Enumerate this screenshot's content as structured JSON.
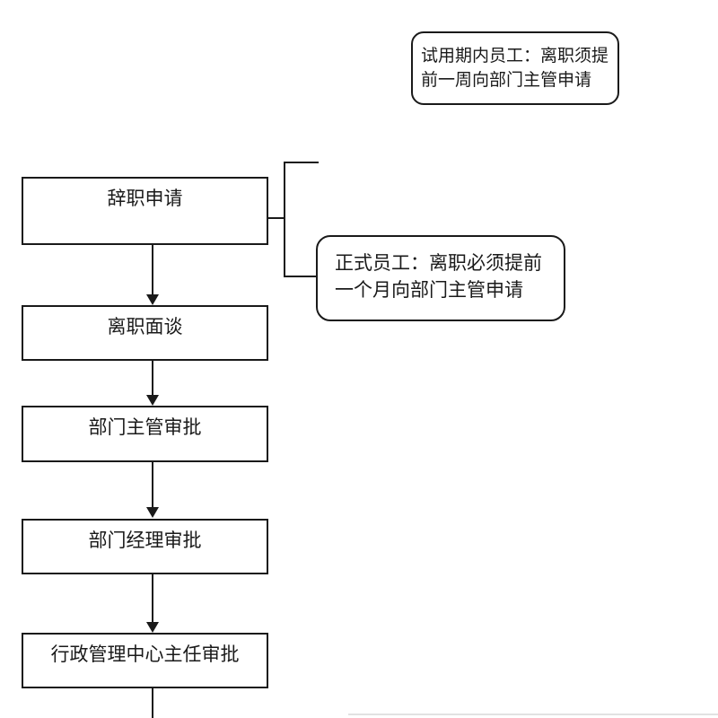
{
  "flowchart": {
    "steps": [
      {
        "label": "辞职申请"
      },
      {
        "label": "离职面谈"
      },
      {
        "label": "部门主管审批"
      },
      {
        "label": "部门经理审批"
      },
      {
        "label": "行政管理中心主任审批"
      }
    ],
    "callouts": {
      "probation": {
        "line1": "试用期内员工：离职须提",
        "line2": "前一周向部门主管申请"
      },
      "formal": {
        "line1": "正式员工：离职必须提前",
        "line2": "一个月向部门主管申请"
      }
    },
    "colors": {
      "stroke": "#1a1a1a",
      "background": "#ffffff",
      "page_edge": "#e2e2e2"
    }
  }
}
